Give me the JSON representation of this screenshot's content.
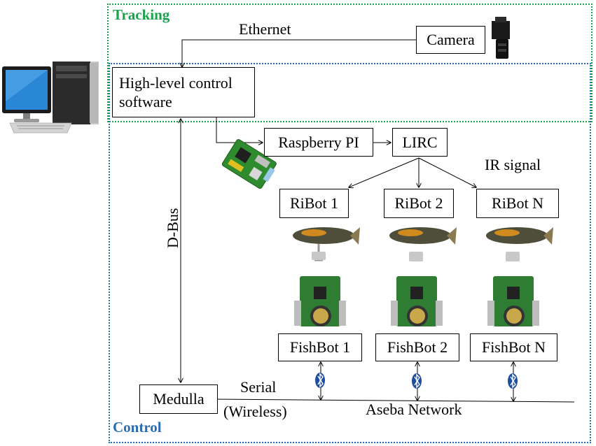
{
  "regions": {
    "tracking_title": "Tracking",
    "control_title": "Control",
    "tracking_color": "#1aa34a",
    "control_color": "#2a6db5"
  },
  "nodes": {
    "camera": "Camera",
    "high_level_line1": "High-level control",
    "high_level_line2": "software",
    "raspberry_pi": "Raspberry PI",
    "lirc": "LIRC",
    "ribot_1": "RiBot 1",
    "ribot_2": "RiBot 2",
    "ribot_n": "RiBot N",
    "fishbot_1": "FishBot 1",
    "fishbot_2": "FishBot 2",
    "fishbot_n": "FishBot N",
    "medulla": "Medulla"
  },
  "edge_labels": {
    "ethernet": "Ethernet",
    "ir_signal": "IR signal",
    "dbus": "D-Bus",
    "serial": "Serial",
    "wireless": "(Wireless)",
    "aseba_network": "Aseba Network"
  },
  "icons": [
    "computer-icon",
    "camera-icon",
    "raspberry-pi-board-icon",
    "ribot-fish-icon",
    "fishbot-board-icon",
    "bluetooth-icon"
  ]
}
